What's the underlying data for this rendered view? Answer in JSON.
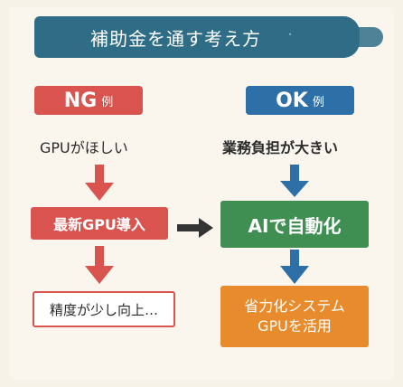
{
  "title": "補助金を通す考え方",
  "title_sparkle": "·",
  "ng": {
    "tag_main": "NG",
    "tag_sub": "例",
    "start": "GPUがほしい",
    "middle": "最新GPU導入",
    "end": "精度が少し向上…",
    "color": "#d9534f"
  },
  "ok": {
    "tag_main": "OK",
    "tag_sub": "例",
    "start": "業務負担が大きい",
    "middle": "AIで自動化",
    "end_line1": "省力化システム",
    "end_line2": "GPUを活用",
    "colors": {
      "tag": "#2d6fa7",
      "middle": "#3f8f52",
      "end": "#e88b2c"
    }
  },
  "banner_color": "#2f6d86"
}
